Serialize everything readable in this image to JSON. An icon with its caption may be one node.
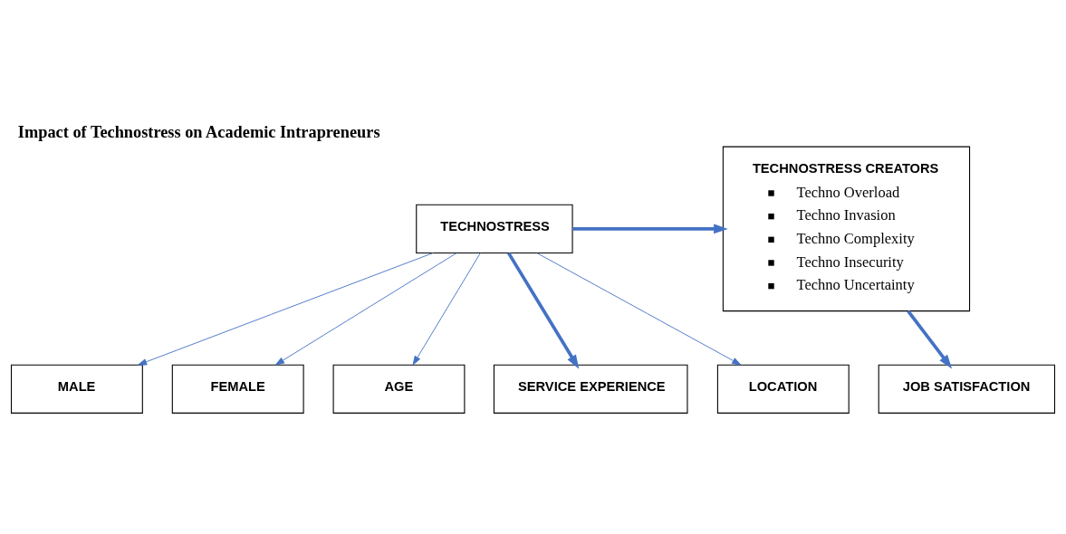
{
  "diagram": {
    "title": "Impact of Technostress on Academic Intrapreneurs",
    "nodes": [
      {
        "text": [
          "TECHNOSTRESS"
        ]
      },
      {
        "text": [
          "TECHNOSTRESS CREATORS",
          "Techno Overload",
          "Techno Invasion",
          "Techno Complexity",
          "Techno Insecurity",
          "Techno Uncertainty"
        ]
      },
      {
        "text": [
          "MALE"
        ]
      },
      {
        "text": [
          "FEMALE"
        ]
      },
      {
        "text": [
          "AGE"
        ]
      },
      {
        "text": [
          "SERVICE EXPERIENCE"
        ]
      },
      {
        "text": [
          "LOCATION"
        ]
      },
      {
        "text": [
          "JOB SATISFACTION"
        ]
      }
    ],
    "edges": [
      {
        "from": 0,
        "to": 1,
        "arrow": "to",
        "style": "thick"
      },
      {
        "from": 0,
        "to": 2,
        "arrow": "to"
      },
      {
        "from": 0,
        "to": 3,
        "arrow": "to"
      },
      {
        "from": 0,
        "to": 4,
        "arrow": "to"
      },
      {
        "from": 0,
        "to": 5,
        "arrow": "to",
        "style": "thick"
      },
      {
        "from": 0,
        "to": 6,
        "arrow": "to"
      },
      {
        "from": 1,
        "to": 7,
        "arrow": "to",
        "style": "thick"
      }
    ]
  }
}
